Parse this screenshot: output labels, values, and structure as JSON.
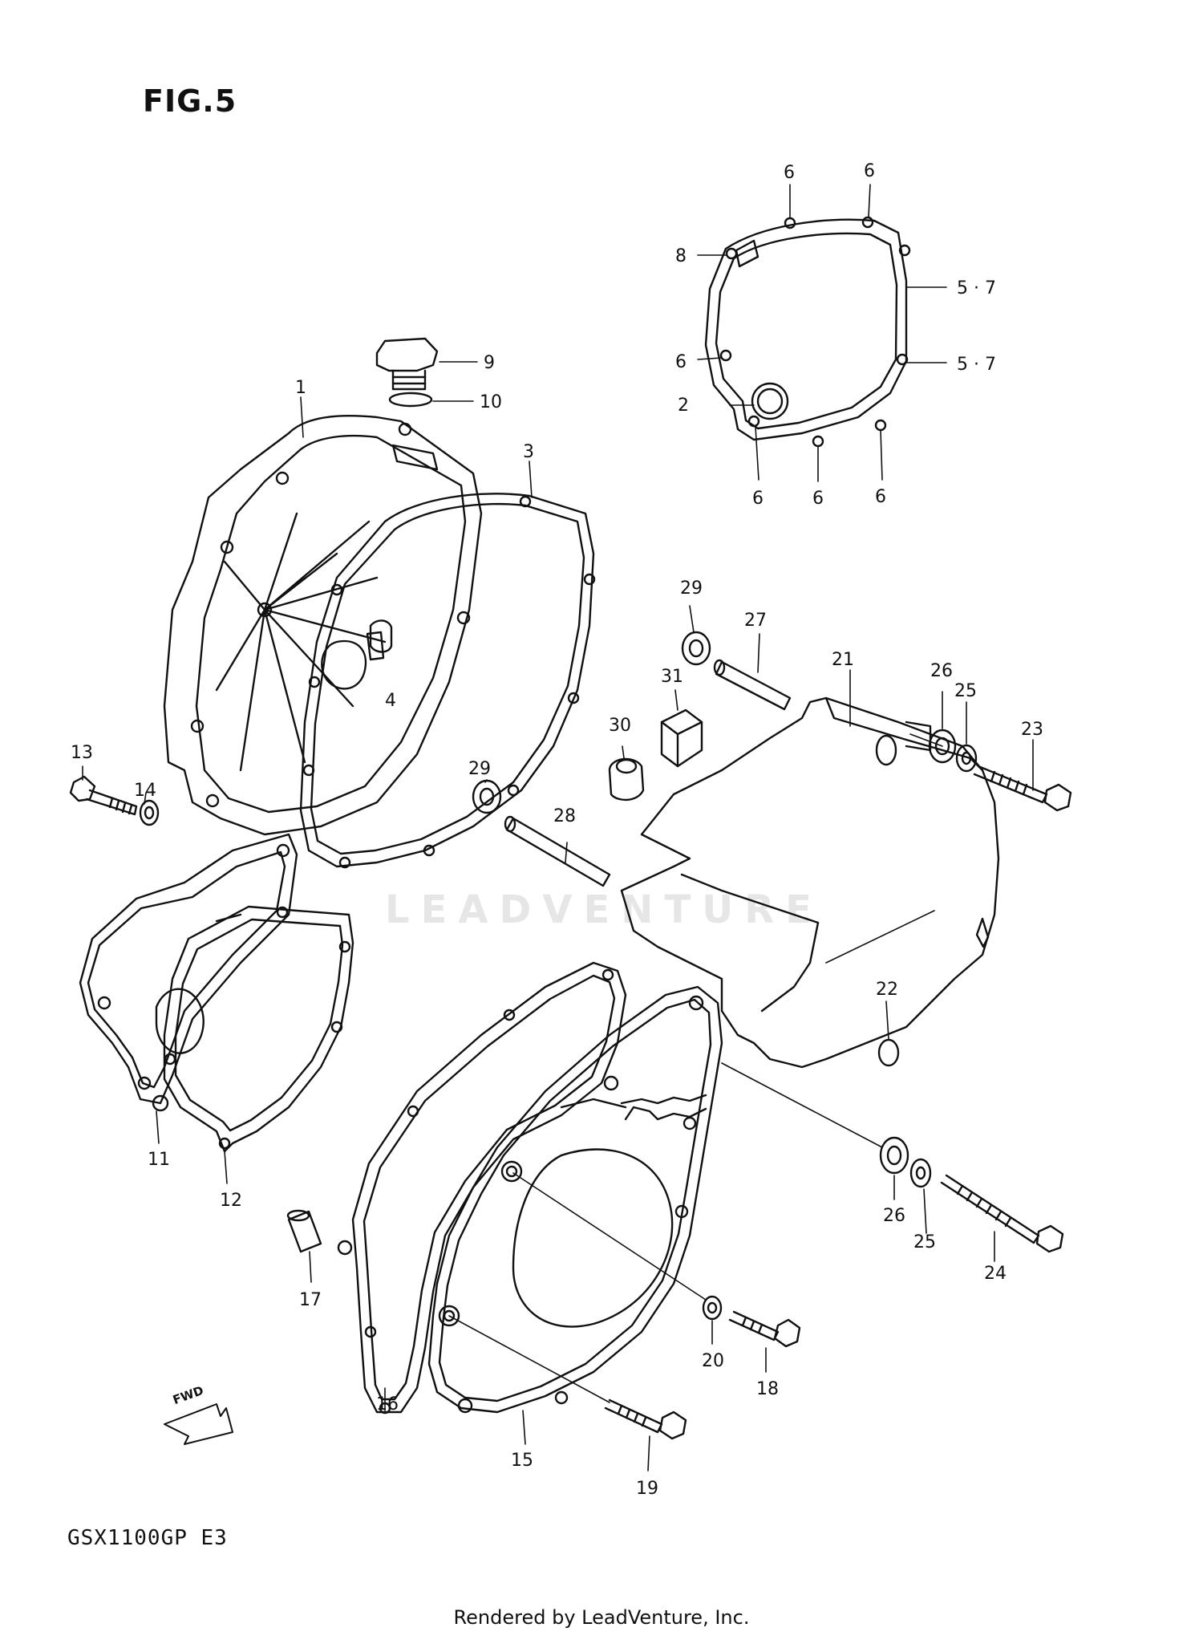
{
  "figure": {
    "title": "FIG.5",
    "model": "GSX1100GP  E3",
    "credit": "Rendered by LeadVenture, Inc.",
    "watermark": "LEADVENTURE",
    "direction_arrow": "FWD"
  },
  "callouts": {
    "c1": "1",
    "c2": "2",
    "c3": "3",
    "c4": "4",
    "c5_7a": "5 · 7",
    "c5_7b": "5 · 7",
    "c6a": "6",
    "c6b": "6",
    "c6c": "6",
    "c6d": "6",
    "c6e": "6",
    "c6f": "6",
    "c8": "8",
    "c9": "9",
    "c10": "10",
    "c11": "11",
    "c12": "12",
    "c13": "13",
    "c14": "14",
    "c15": "15",
    "c16": "16",
    "c17": "17",
    "c18": "18",
    "c19": "19",
    "c20": "20",
    "c21": "21",
    "c22": "22",
    "c23": "23",
    "c24": "24",
    "c25a": "25",
    "c25b": "25",
    "c26a": "26",
    "c26b": "26",
    "c27": "27",
    "c28": "28",
    "c29a": "29",
    "c29b": "29",
    "c30": "30",
    "c31": "31"
  }
}
